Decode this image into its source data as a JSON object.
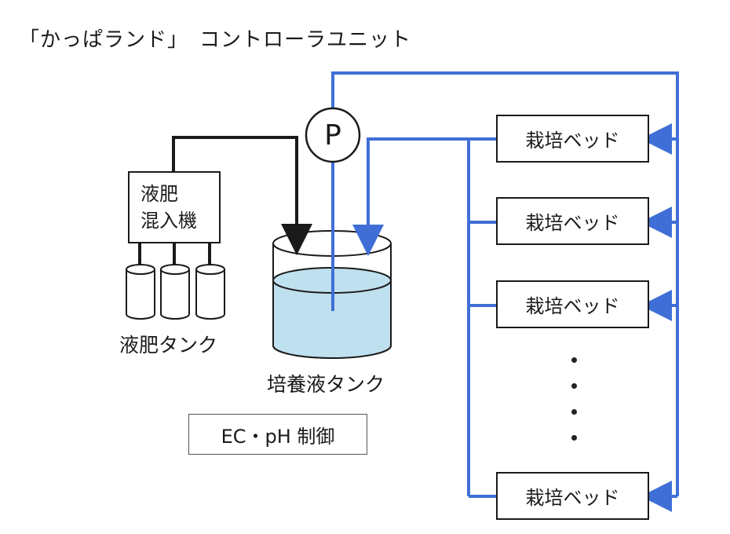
{
  "title": "「かっぱランド」　コントローラユニット",
  "mixer": {
    "line1": "液肥",
    "line2": "混入機"
  },
  "fertilizer_tanks_label": "液肥タンク",
  "nutrient_tank_label": "培養液タンク",
  "pump_label": "P",
  "control_box_label": "EC・pH 制御",
  "beds": [
    {
      "label": "栽培ベッド"
    },
    {
      "label": "栽培ベッド"
    },
    {
      "label": "栽培ベッド"
    },
    {
      "label": "栽培ベッド"
    }
  ],
  "colors": {
    "supply_line": "#3f6fd6",
    "control_line": "#1a1a1a",
    "liquid": "#bfe0ee"
  },
  "ellipsis": "・・・・"
}
